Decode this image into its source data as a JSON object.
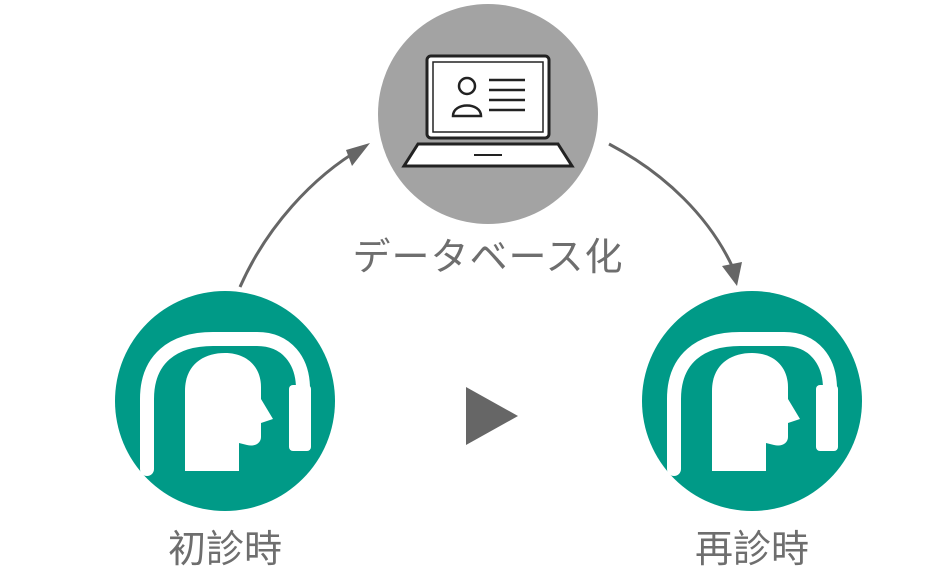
{
  "colors": {
    "background": "#ffffff",
    "teal": "#009a87",
    "gray_circle": "#a3a3a3",
    "arrow": "#666666",
    "label": "#6e6e6e"
  },
  "nodes": {
    "database": {
      "label": "データベース化",
      "icon": "laptop-profile-icon"
    },
    "first_visit": {
      "label": "初診時",
      "icon": "head-profile-icon"
    },
    "return_visit": {
      "label": "再診時",
      "icon": "head-profile-icon"
    }
  },
  "connectors": {
    "up_arrow_icon": "curved-arrow-up-icon",
    "down_arrow_icon": "curved-arrow-down-icon",
    "play_icon": "play-triangle-icon"
  }
}
